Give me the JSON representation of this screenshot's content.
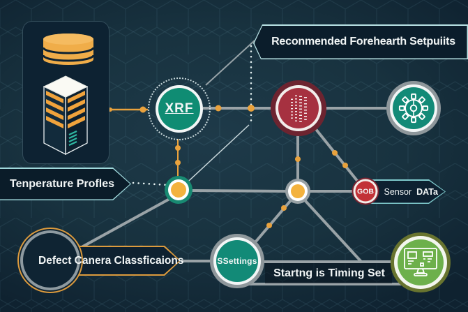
{
  "title_banner": {
    "label": "Reconmended Forehearth Setpuiits"
  },
  "temperature_banner": {
    "label": "Tenperature Profles"
  },
  "defect_banner": {
    "label": "Defect Canera Classficaions"
  },
  "timing_label": {
    "label": "Startng is Timing Set"
  },
  "nodes": {
    "xrf": {
      "label": "XRF"
    },
    "settings": {
      "label": "SSettings"
    },
    "gob": {
      "badge": "GOB",
      "label": "Sensor",
      "label_bold": "DATa"
    },
    "process_data_circle": {
      "icon": "illegible-glyph-columns-icon"
    },
    "gear_circle": {
      "icon": "gear-icon"
    },
    "monitor_circle": {
      "icon": "monitor-dashboard-icon"
    },
    "server_panel": {
      "icons": [
        "database-cylinder-icon",
        "server-tower-icon"
      ]
    }
  },
  "colors": {
    "background": "#18323F",
    "teal_circle": "#128A77",
    "xrf_teal": "#0F8C73",
    "crimson_circle": "#A63140",
    "crimson_ring": "#6D2430",
    "gob_red": "#C23237",
    "green_circle": "#6DB04B",
    "olive_ring": "#68742F",
    "node_yellow": "#F3B23E",
    "line_gray": "#9AA3A7",
    "line_orange": "#E9A23D",
    "banner_teal_border": "#8FD2D4",
    "banner_orange_border": "#DD9B3D",
    "banner_fill": "#0E2130"
  },
  "connections": [
    {
      "from": "server-data-panel",
      "to": "xrf-circle"
    },
    {
      "from": "xrf-circle",
      "to": "process-data-circle"
    },
    {
      "from": "process-data-circle",
      "to": "gear-circle"
    },
    {
      "from": "setpoints-banner",
      "to": "xrf-circle"
    },
    {
      "from": "setpoints-banner",
      "to": "left-junction-node"
    },
    {
      "from": "xrf-circle",
      "to": "left-junction-node"
    },
    {
      "from": "temperature-banner",
      "to": "left-junction-node"
    },
    {
      "from": "left-junction-node",
      "to": "center-junction-node"
    },
    {
      "from": "left-junction-node",
      "to": "defect-circle"
    },
    {
      "from": "process-data-circle",
      "to": "center-junction-node"
    },
    {
      "from": "process-data-circle",
      "to": "gob-badge"
    },
    {
      "from": "center-junction-node",
      "to": "gob-badge"
    },
    {
      "from": "center-junction-node",
      "to": "settings-circle"
    },
    {
      "from": "center-junction-node",
      "to": "timing-rail"
    },
    {
      "from": "defect-banner",
      "to": "settings-circle"
    },
    {
      "from": "settings-circle",
      "to": "monitor-circle"
    }
  ]
}
